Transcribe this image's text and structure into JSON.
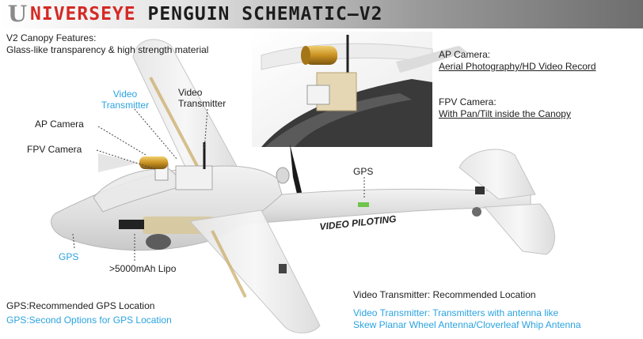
{
  "header": {
    "logo_letter": "U",
    "title_highlight": "NIVERSEYE",
    "title_rest": " PENGUIN  SCHEMATIC—V2",
    "accent_color": "#d42a25"
  },
  "canopy": {
    "heading": "V2 Canopy Features:",
    "features": "Glass-like transparency & high strength material"
  },
  "inset": {
    "ap_camera_heading": "AP Camera:",
    "ap_camera_desc": "Aerial Photography/HD Video Record",
    "fpv_camera_heading": "FPV Camera:",
    "fpv_camera_desc": "With Pan/Tilt inside the Canopy"
  },
  "callouts": {
    "video_tx_blue_line1": "Video",
    "video_tx_blue_line2": "Transmitter",
    "video_tx_line1": "Video",
    "video_tx_line2": "Transmitter",
    "ap_camera": "AP Camera",
    "fpv_camera": "FPV Camera",
    "gps_top": "GPS",
    "gps_nose": "GPS",
    "battery": ">5000mAh Lipo",
    "fuselage_text": "VIDEO PILOTING"
  },
  "notes": {
    "gps_recommended": "GPS:Recommended GPS Location",
    "gps_second": "GPS:Second Options for GPS Location",
    "vtx_recommended": "Video Transmitter: Recommended Location",
    "vtx_antenna_line1": "Video Transmitter: Transmitters with antenna like",
    "vtx_antenna_line2": "Skew Planar Wheel Antenna/Cloverleaf Whip Antenna"
  },
  "colors": {
    "label_blue": "#2ba3e0",
    "text": "#1d1d1d"
  }
}
